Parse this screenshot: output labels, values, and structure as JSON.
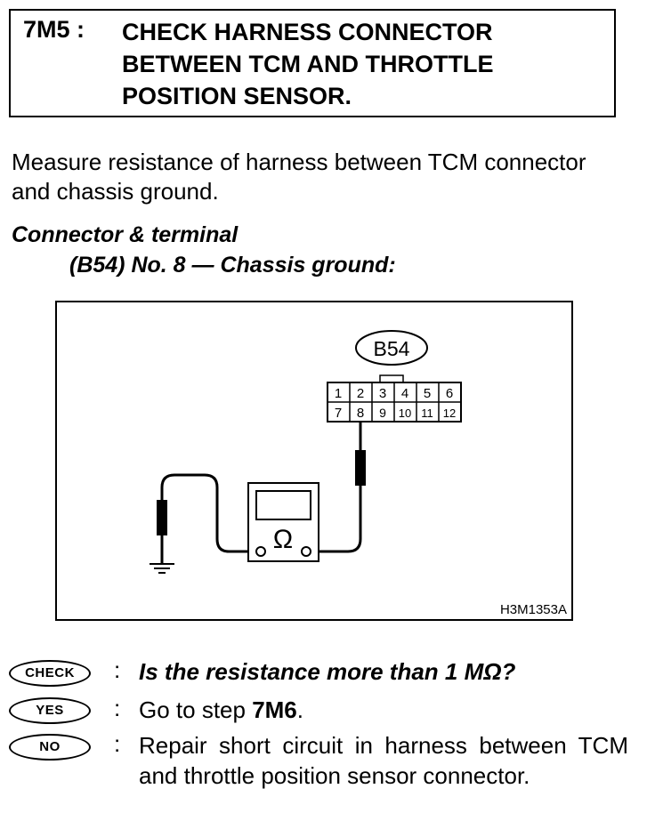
{
  "header": {
    "step_id": "7M5 :",
    "title_lines": [
      "CHECK HARNESS CONNECTOR",
      "BETWEEN TCM AND THROTTLE",
      "POSITION SENSOR."
    ]
  },
  "instruction": "Measure resistance of harness between TCM connector and chassis ground.",
  "connector_terminal": {
    "heading": "Connector & terminal",
    "spec": "(B54) No. 8 — Chassis ground:"
  },
  "diagram": {
    "connector_label": "B54",
    "pins_top": [
      "1",
      "2",
      "3",
      "4",
      "5",
      "6"
    ],
    "pins_bottom": [
      "7",
      "8",
      "9",
      "10",
      "11",
      "12"
    ],
    "meter_symbol": "Ω",
    "figure_code": "H3M1353A"
  },
  "check": {
    "badge": "CHECK",
    "colon": ":",
    "question": "Is the resistance more than 1 MΩ?"
  },
  "yes": {
    "badge": "YES",
    "colon": ":",
    "text_prefix": "Go to step ",
    "step": "7M6",
    "text_suffix": "."
  },
  "no": {
    "badge": "NO",
    "colon": ":",
    "text": "Repair short circuit in harness between TCM and throttle position sensor connector."
  }
}
